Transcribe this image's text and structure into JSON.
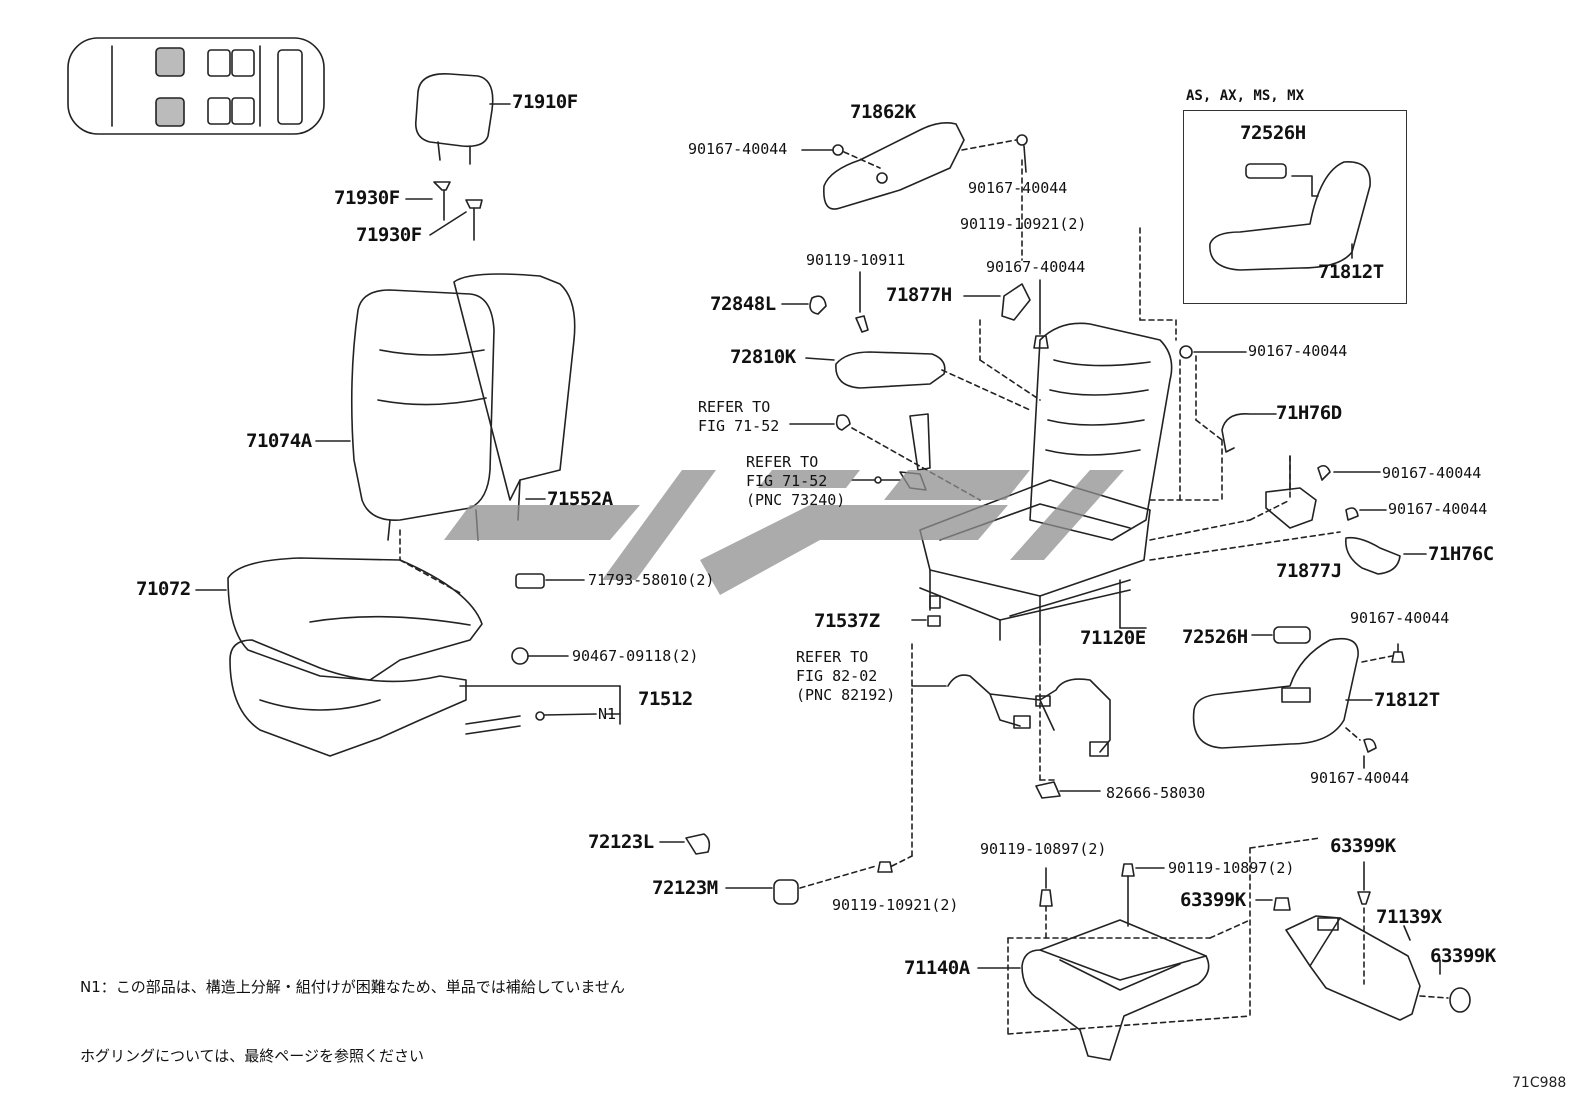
{
  "labels": {
    "p71910F": "71910F",
    "p71930F_a": "71930F",
    "p71930F_b": "71930F",
    "p71074A": "71074A",
    "p71552A": "71552A",
    "p71072": "71072",
    "p71793": "71793-58010(2)",
    "p90467": "90467-09118(2)",
    "p71512": "71512",
    "pN1": "N1",
    "p72123L": "72123L",
    "p72123M": "72123M",
    "p90119_10921b": "90119-10921(2)",
    "p71862K": "71862K",
    "p90167_a": "90167-40044",
    "p90167_b": "90167-40044",
    "p90119_10921a": "90119-10921(2)",
    "p90119_10911": "90119-10911",
    "p72848L": "72848L",
    "p90167_c": "90167-40044",
    "p71877H": "71877H",
    "p72810K": "72810K",
    "p90167_d": "90167-40044",
    "p71H76D": "71H76D",
    "p90167_e": "90167-40044",
    "p90167_f": "90167-40044",
    "p71H76C": "71H76C",
    "p71877J": "71877J",
    "p71537Z": "71537Z",
    "p71120E": "71120E",
    "p72526H_b": "72526H",
    "p90167_g": "90167-40044",
    "p71812T_b": "71812T",
    "p90167_h": "90167-40044",
    "p82666": "82666-58030",
    "p90119_10897a": "90119-10897(2)",
    "p90119_10897b": "90119-10897(2)",
    "p63399K_a": "63399K",
    "p63399K_b": "63399K",
    "p63399K_c": "63399K",
    "p71139X": "71139X",
    "p71140A": "71140A"
  },
  "grade_box": {
    "title": "AS, AX, MS, MX",
    "p72526H": "72526H",
    "p71812T": "71812T"
  },
  "references": {
    "ref1": "REFER TO\nFIG 71-52",
    "ref2": "REFER TO\nFIG 71-52\n(PNC 73240)",
    "ref3": "REFER TO\nFIG 82-02\n(PNC 82192)"
  },
  "notes": {
    "n1": "N1：この部品は、構造上分解・組付けが困難なため、単品では補給していません",
    "n2": "ホグリングについては、最終ページを参照ください"
  },
  "diagram_code": "71C988"
}
